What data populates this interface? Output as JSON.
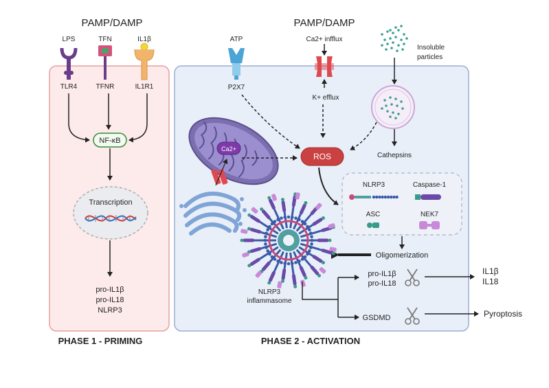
{
  "phase1": {
    "header": "PAMP/DAMP",
    "ligands": [
      "LPS",
      "TFN",
      "IL1β"
    ],
    "receptors": [
      "TLR4",
      "TFNR",
      "IL1R1"
    ],
    "nfkb": "NF-κB",
    "transcription": "Transcription",
    "products": [
      "pro-IL1β",
      "pro-IL18",
      "NLRP3"
    ],
    "title": "PHASE 1 - PRIMING"
  },
  "phase2": {
    "header": "PAMP/DAMP",
    "atp": "ATP",
    "p2x7": "P2X7",
    "ca_influx": "Ca2+ infflux",
    "k_efflux": "K+ efflux",
    "insoluble": [
      "Insoluble",
      "particles"
    ],
    "cathepsins": "Cathepsins",
    "ca2": "Ca2+",
    "ros": "ROS",
    "components": [
      "NLRP3",
      "Caspase-1",
      "ASC",
      "NEK7"
    ],
    "oligomerization": "Oligomerization",
    "inflammasome": [
      "NLRP3",
      "inflammasome"
    ],
    "pro_cytokines": [
      "pro-IL1β",
      "pro-IL18"
    ],
    "gsdmd": "GSDMD",
    "mature": [
      "IL1β",
      "IL18"
    ],
    "pyroptosis": "Pyroptosis",
    "title": "PHASE 2 - ACTIVATION"
  },
  "colors": {
    "phase1_fill": "#fdeaea",
    "phase1_stroke": "#e8a0a0",
    "phase2_fill": "#e9eff8",
    "phase2_stroke": "#9aaed0",
    "ros": "#c94141",
    "mito": "#7b6fb0",
    "accent": "#a83a6a"
  }
}
